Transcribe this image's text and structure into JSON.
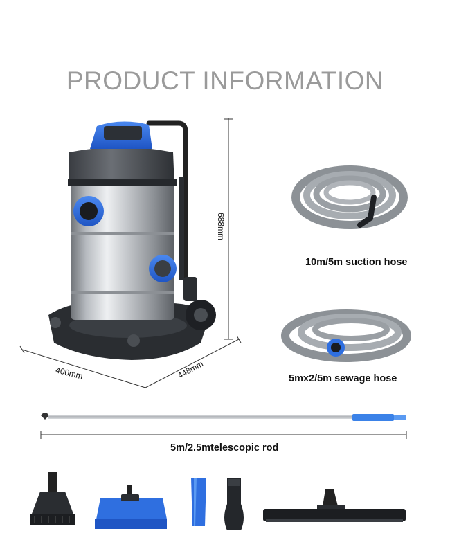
{
  "title": "PRODUCT INFORMATION",
  "dimensions": {
    "height": "688mm",
    "width": "400mm",
    "depth": "448mm"
  },
  "captions": {
    "suction_hose": "10m/5m suction hose",
    "sewage_hose": "5mx2/5m sewage hose",
    "telescopic_rod": "5m/2.5mtelescopic rod"
  },
  "colors": {
    "accent_blue": "#2f6fe0",
    "steel": "#c9ccd0",
    "dark_plastic": "#2a2d31",
    "hose_gray": "#8c9196",
    "title_gray": "#9a9a9a"
  }
}
